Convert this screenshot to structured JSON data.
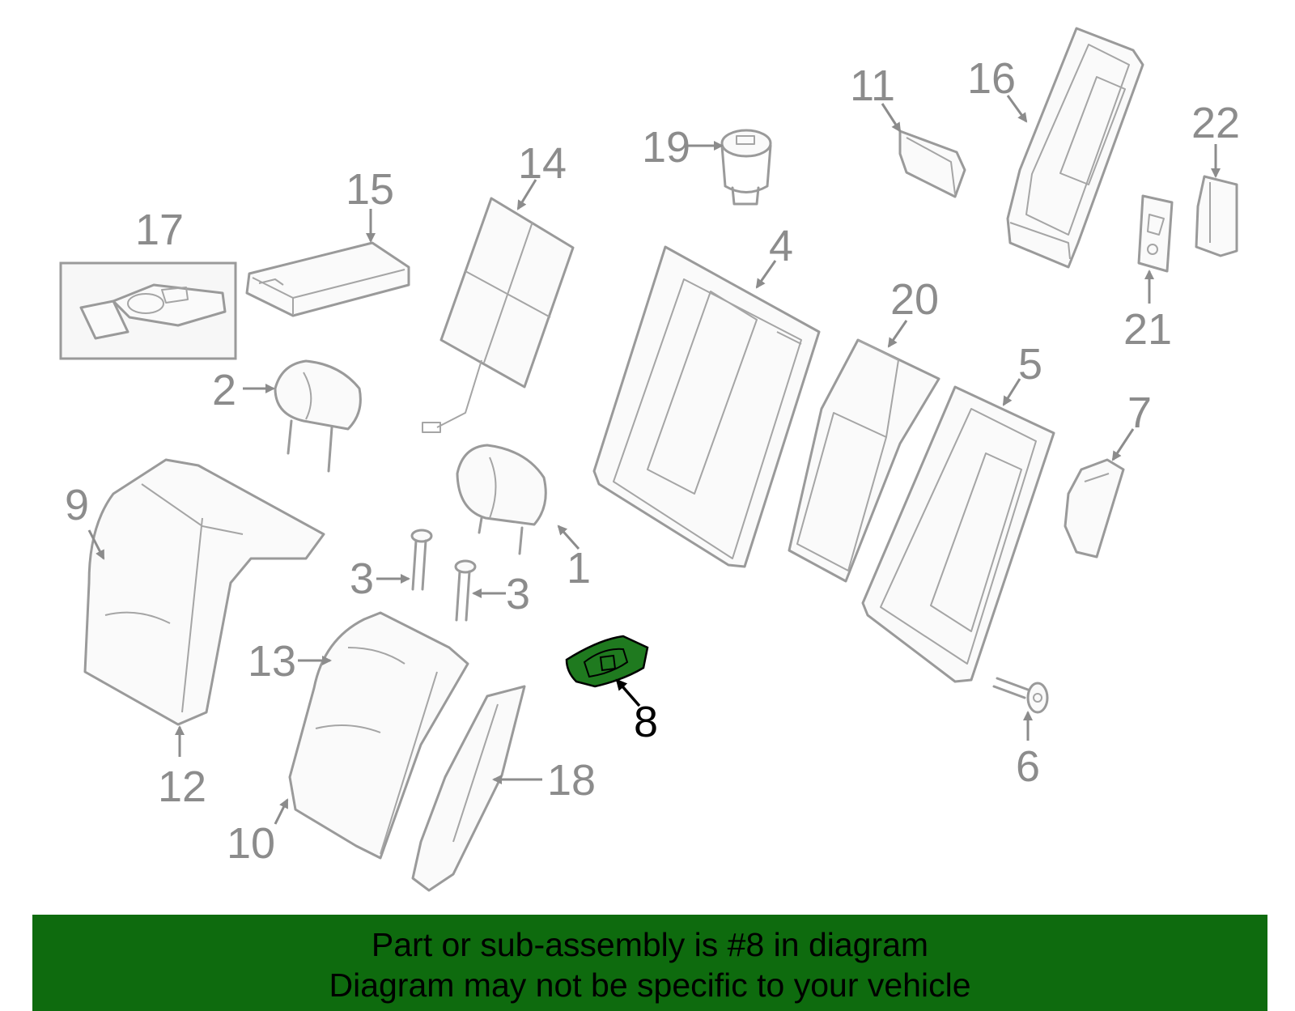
{
  "colors": {
    "highlight": "#1f7a1f",
    "banner_bg": "#0e6b0e",
    "part_stroke": "#9a9a9a",
    "label_gray": "#8c8c8c"
  },
  "labels": {
    "c1": "1",
    "c2": "2",
    "c3a": "3",
    "c3b": "3",
    "c4": "4",
    "c5": "5",
    "c6": "6",
    "c7": "7",
    "c8": "8",
    "c9": "9",
    "c10": "10",
    "c11": "11",
    "c12": "12",
    "c13": "13",
    "c14": "14",
    "c15": "15",
    "c16": "16",
    "c17": "17",
    "c18": "18",
    "c19": "19",
    "c20": "20",
    "c21": "21",
    "c22": "22"
  },
  "banner": {
    "line1": "Part or sub-assembly is #8 in diagram",
    "line2": "Diagram may not be specific to your vehicle"
  }
}
